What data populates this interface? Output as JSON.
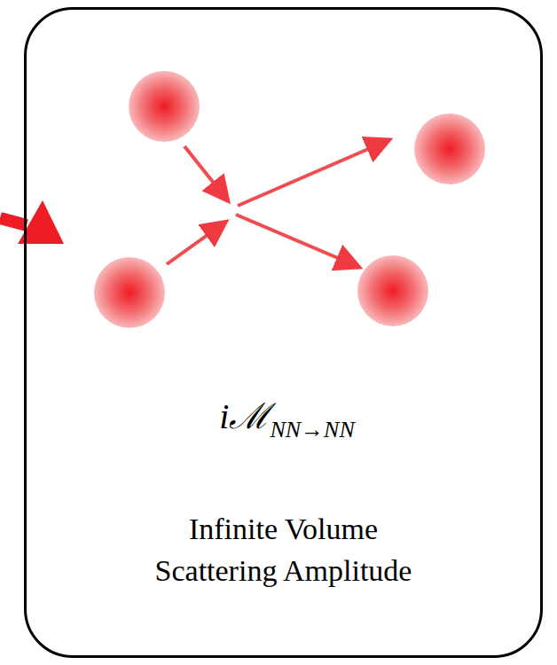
{
  "diagram": {
    "nodes": [
      {
        "text": [
          "iℳ",
          "NN→NN",
          "Infinite Volume Scattering Amplitude"
        ]
      }
    ]
  }
}
